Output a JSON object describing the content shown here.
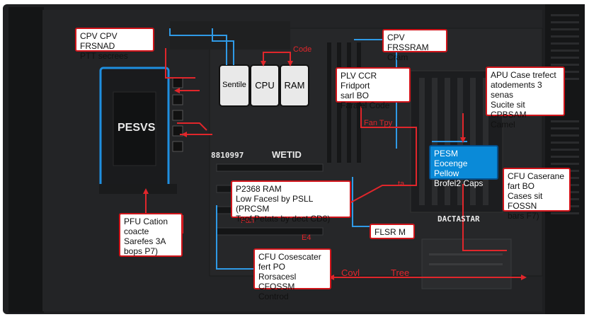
{
  "chips": {
    "chip1": "Sentile",
    "chip2": "CPU",
    "chip3": "RAM"
  },
  "psu_label": "PESVS",
  "board_texts": {
    "model": "8810997",
    "brand": "WETID",
    "small": "DACTASTAR"
  },
  "red_texts": {
    "code_top": "Code",
    "fan_mid": "Fan Tpy",
    "ta_pt": "ta",
    "fan_lower": "Fan",
    "ep_line": "E4",
    "con": "Covl",
    "tree": "Tree"
  },
  "callouts": {
    "top_left": "CPV CPV FRSNAD\nPTT secrees",
    "top_center": "CPV FRSSRAM\nCram",
    "plv": "PLV CCR Fridport\nsarl BO\nFarafel Code",
    "apu": "APU Case trefect\natodements 3\nsenas\nSucite sit CPBSAM\nCamel",
    "pesm": "PESM\nEocenge Pellow\nBrofel2 Caps",
    "cfu_right": "CFU Caserane\nfart BO\nCases sit FOSSN\nbars F7)",
    "p2368": "P2368 RAM\nLow Facesl by PSLL (PRCSM\nTeof Petats by dect CD8)",
    "flsr": "FLSR M",
    "pfu": "PFU Cation\ncoacte\nSarefes 3A\nbops P7)",
    "cfu_bottom": "CFU Cosescater\nfert PO\nRorsacesl CFOSSM\nControd"
  },
  "colors": {
    "chassis": "#1b1c1e",
    "wire_red": "#e0262b",
    "wire_blue": "#2f9ae6",
    "glow_blue": "#1f8fe0"
  }
}
